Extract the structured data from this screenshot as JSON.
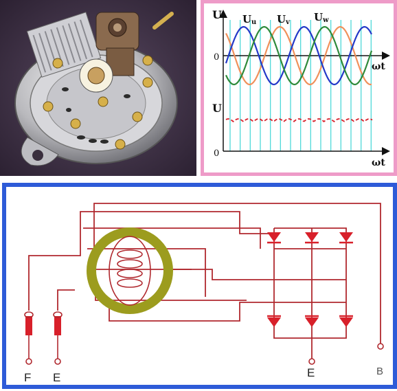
{
  "photo": {
    "subject": "alternator-photo"
  },
  "waveform": {
    "top_axis_label": "U",
    "top_zero_label": "0",
    "top_time_label": "ωt",
    "bottom_axis_label": "U",
    "bottom_zero_label": "0",
    "bottom_time_label": "ωt",
    "phase_u_main": "U",
    "phase_u_sub": "u",
    "phase_v_main": "U",
    "phase_v_sub": "v",
    "phase_w_main": "U",
    "phase_w_sub": "w",
    "colors": {
      "phase_u": "#f0905a",
      "phase_v": "#2338c8",
      "phase_w": "#2e8a3a",
      "rectified": "#d8202a",
      "gridlines": "#3fd6d6",
      "axes": "#111111"
    }
  },
  "circuit": {
    "terminal_f": "F",
    "terminal_e_left": "E",
    "terminal_e_right": "E",
    "terminal_b": "B",
    "colors": {
      "wire": "#b0282e",
      "stator_ring": "#9c9c1e",
      "diode": "#d8202a",
      "border": "#2e5bd8"
    }
  }
}
